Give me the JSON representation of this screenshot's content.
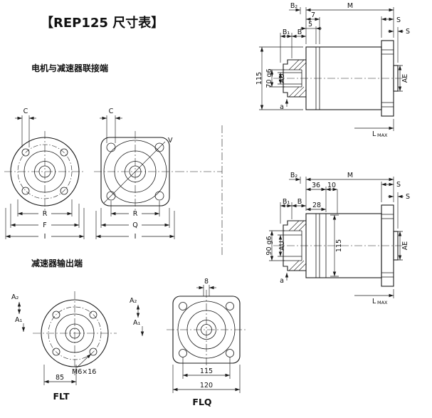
{
  "page": {
    "title": "【REP125 尺寸表】",
    "section_motor_end": "电机与减速器联接端",
    "section_output_end": "减速器输出端"
  },
  "colors": {
    "ink": "#1a1a1a",
    "background": "#ffffff"
  },
  "front_round": {
    "c": "C",
    "r": "R",
    "f": "F",
    "i": "I"
  },
  "front_square": {
    "c": "C",
    "v": "V",
    "r": "R",
    "q": "Q",
    "i": "I"
  },
  "side_top": {
    "b2": "B₂",
    "m": "M",
    "d7": "7",
    "d5": "5",
    "s1": "S",
    "s2": "S",
    "b1": "B₁",
    "b": "B",
    "h115": "115",
    "bore": "70 g6",
    "au": "AU",
    "ae": "AE",
    "a": "a",
    "lmax_main": "L",
    "lmax_sub": "MAX"
  },
  "side_bottom": {
    "b2": "B₂",
    "m": "M",
    "d36": "36",
    "d10": "10",
    "s1": "S",
    "s2": "S",
    "b1": "B₁",
    "b": "B",
    "d28": "28",
    "bore": "90 g6",
    "au": "AU",
    "h115": "115",
    "ae": "AE",
    "a": "a",
    "lmax_main": "L",
    "lmax_sub": "MAX"
  },
  "flt": {
    "a2": "A₂",
    "a1": "A₁",
    "bolt": "M6×16",
    "d85": "85",
    "label": "FLT"
  },
  "flq": {
    "d8": "8",
    "a2": "A₂",
    "a1": "A₁",
    "d115": "115",
    "d120": "120",
    "label": "FLQ"
  }
}
